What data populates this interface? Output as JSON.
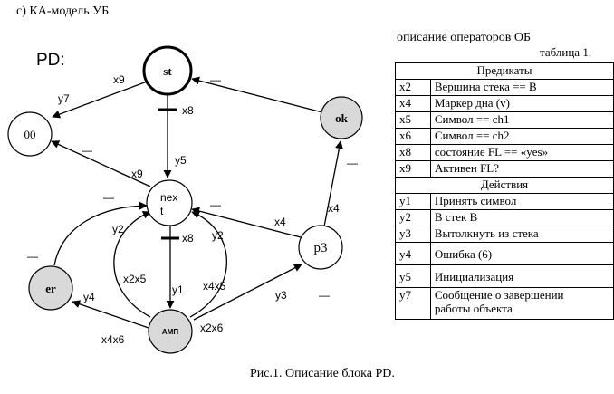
{
  "heading": "с) КА-модель УБ",
  "diagram": {
    "pd_label": "PD:",
    "nodes": {
      "st": "st",
      "n00": "00",
      "ok": "ok",
      "next_line1": "nex",
      "next_line2": "t",
      "p3": "p3",
      "er": "er",
      "amp": "АМП"
    },
    "edge_labels": {
      "st_to_00_cond": "x9",
      "st_to_00_act": "y7",
      "st_to_next_cond": "x8",
      "st_to_next_act": "y5",
      "next_to_00_cond": "x9",
      "next_self_cond": "x8",
      "next_self_act": "y1",
      "amp_loop_left_act": "y2",
      "amp_loop_left_cond": "x2x5",
      "amp_loop_right_act": "y2",
      "amp_loop_right_cond": "x4x5",
      "p3_to_next_cond": "x4",
      "p3_to_ok_cond": "x4",
      "amp_to_p3_act": "y3",
      "amp_to_p3_cond": "x2x6",
      "amp_to_er_act": "y4",
      "amp_to_er_cond": "x4x6"
    },
    "dash_marks": [
      "—",
      "—",
      "—",
      "—",
      "—",
      "—",
      "—"
    ]
  },
  "table": {
    "caption": "описание операторов ОБ",
    "number": "таблица 1.",
    "predicates_header": "Предикаты",
    "predicates": [
      {
        "code": "x2",
        "desc": "Вершина стека == B"
      },
      {
        "code": "x4",
        "desc": "Маркер дна (v)"
      },
      {
        "code": "x5",
        "desc": "Символ == ch1"
      },
      {
        "code": "x6",
        "desc": "Символ == ch2"
      },
      {
        "code": "x8",
        "desc": "состояние FL == «yes»"
      },
      {
        "code": "x9",
        "desc": "Активен FL?"
      }
    ],
    "actions_header": "Действия",
    "actions": [
      {
        "code": "y1",
        "desc": "Принять символ"
      },
      {
        "code": "y2",
        "desc": "В стек B"
      },
      {
        "code": "y3",
        "desc": "Вытолкнуть из стека"
      },
      {
        "code": "y4",
        "desc": "Ошибка (6)"
      },
      {
        "code": "y5",
        "desc": "Инициализация"
      },
      {
        "code": "y7",
        "desc_line1": "Сообщение о завершении",
        "desc_line2": "работы объекта"
      }
    ]
  },
  "figure_caption": "Рис.1. Описание блока PD."
}
